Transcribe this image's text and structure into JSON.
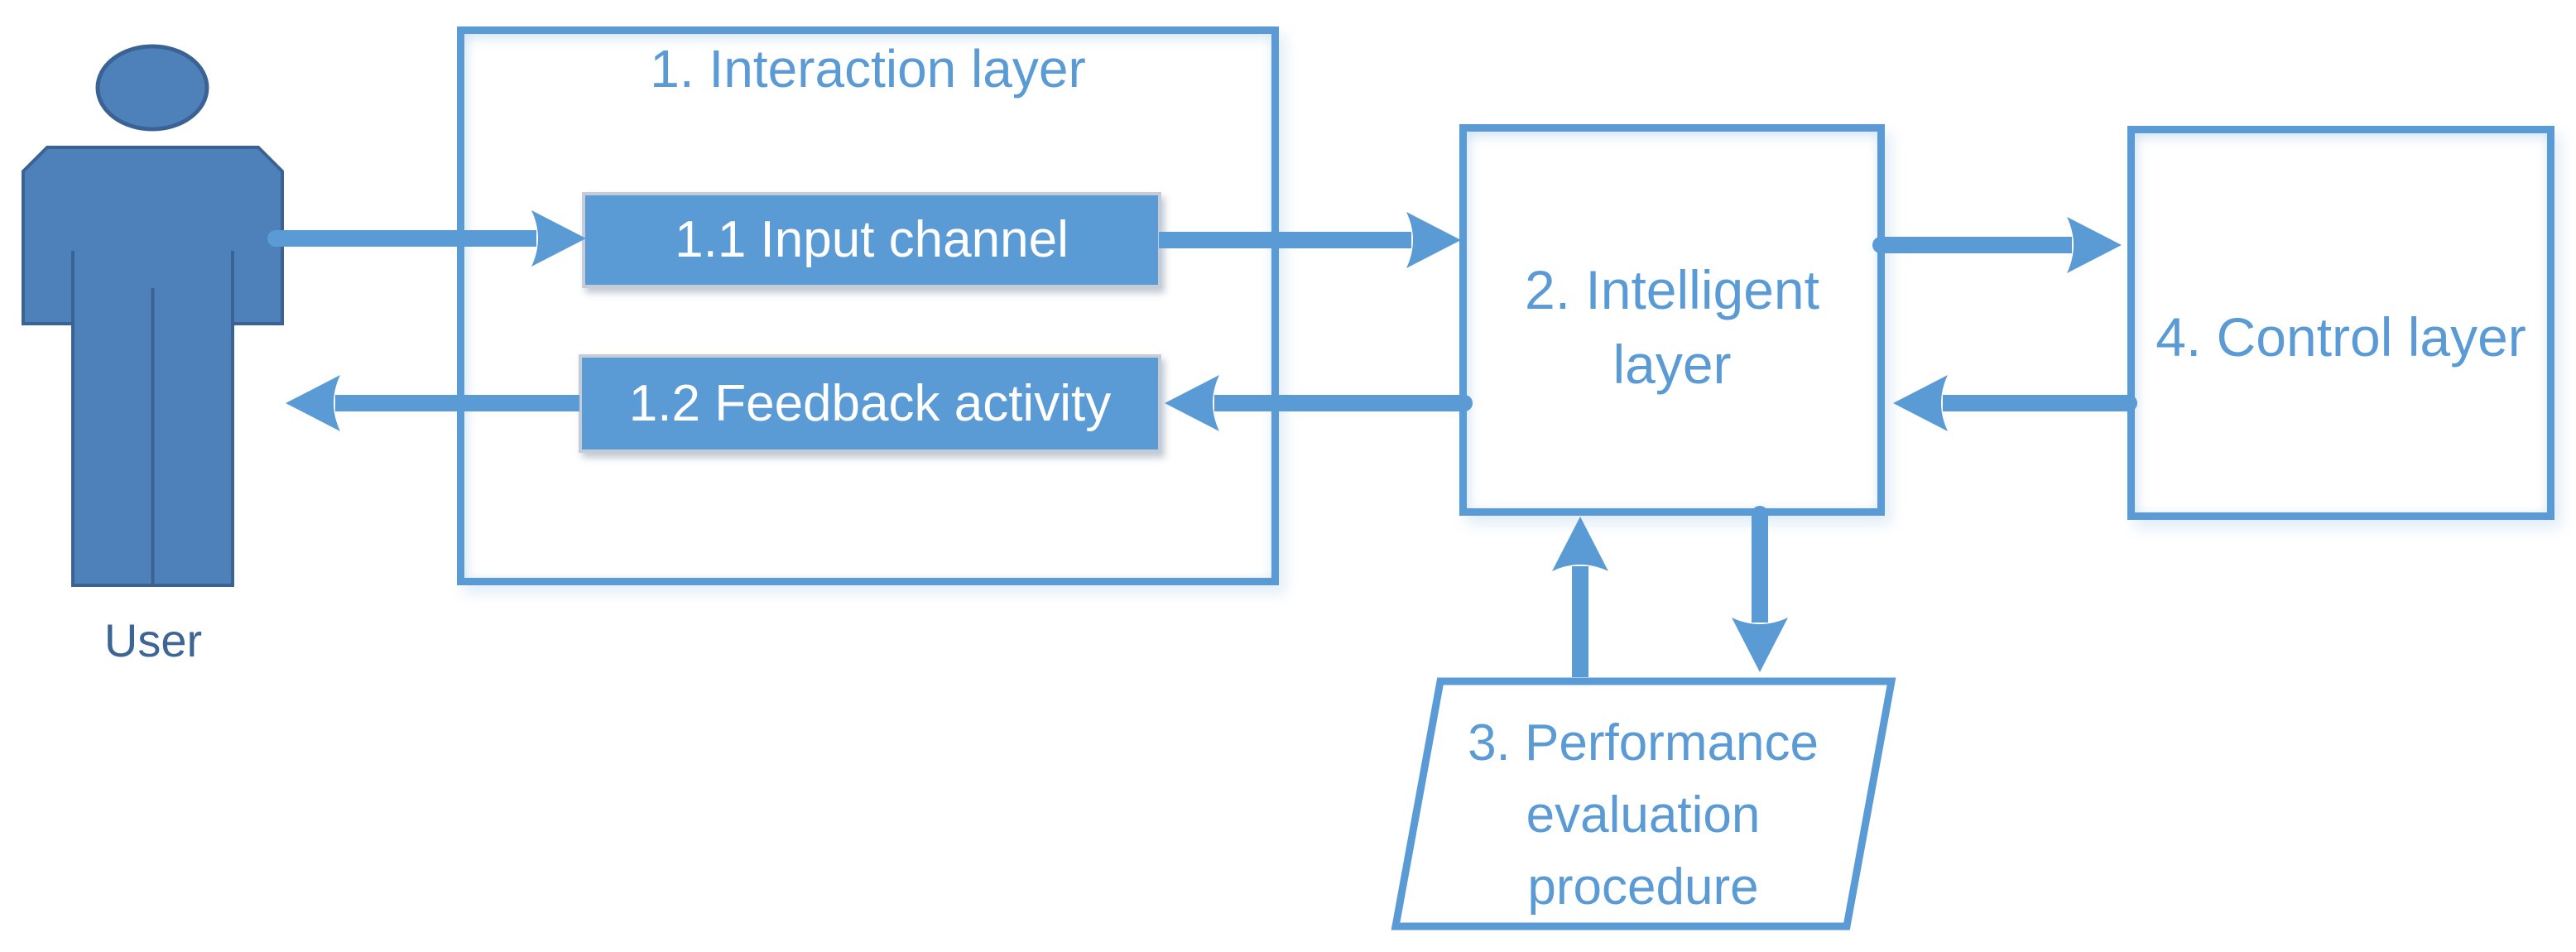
{
  "diagram": {
    "user": {
      "label": "User"
    },
    "interaction_layer": {
      "title": "1. Interaction layer",
      "input_channel_label": "1.1 Input channel",
      "feedback_activity_label": "1.2 Feedback activity"
    },
    "intelligent_layer": {
      "title_line1": "2. Intelligent",
      "title_line2": "layer"
    },
    "control_layer": {
      "title": "4. Control layer"
    },
    "performance_procedure": {
      "title_line1": "3. Performance",
      "title_line2": "evaluation",
      "title_line3": "procedure"
    },
    "colors": {
      "accent_blue": "#5B9BD5",
      "filled_box_fill": "#5B9BD5",
      "filled_box_border": "#C6CCD5",
      "filled_box_text": "#FFFFFF",
      "user_fill": "#4E81BA",
      "user_stroke": "#3A6394",
      "user_label_text": "#3D6595",
      "background": "#FFFFFF"
    }
  }
}
